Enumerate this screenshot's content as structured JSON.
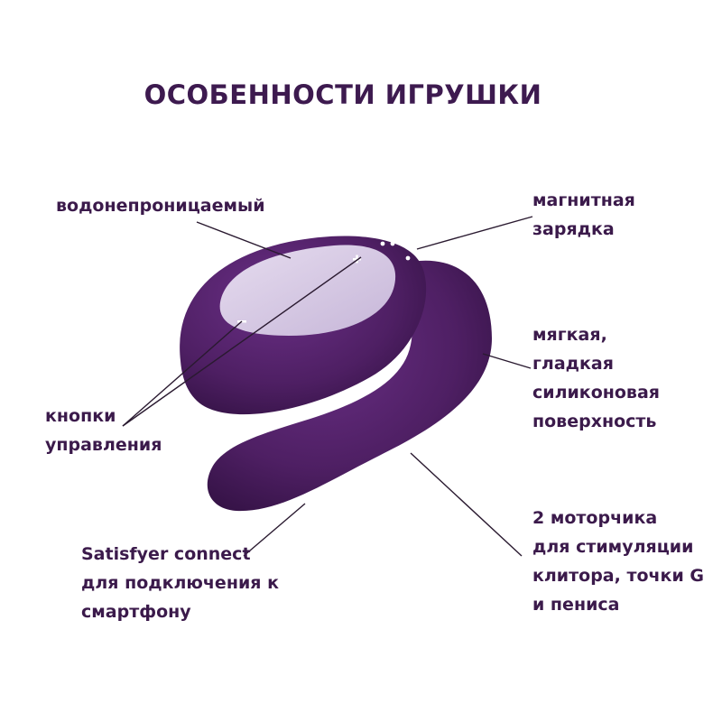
{
  "title": "ОСОБЕННОСТИ ИГРУШКИ",
  "colors": {
    "product_purple": "#4e1f63",
    "product_dark": "#2e0f3e",
    "panel": "#d9cde6",
    "text": "#3b1a4b"
  },
  "features": {
    "waterproof": {
      "lines": [
        "водонепроницаемый"
      ]
    },
    "magnetic_charging": {
      "lines": [
        "магнитная",
        "зарядка"
      ]
    },
    "soft_surface": {
      "lines": [
        "мягкая,",
        "гладкая",
        "силиконовая",
        "поверхность"
      ]
    },
    "control_buttons": {
      "lines": [
        "кнопки",
        "управления"
      ]
    },
    "motors": {
      "lines": [
        "2 моторчика",
        "для стимуляции",
        "клитора, точки G",
        "и пениса"
      ]
    },
    "app_connect": {
      "lines": [
        "Satisfyer connect",
        "для подключения к",
        "смартфону"
      ]
    }
  }
}
